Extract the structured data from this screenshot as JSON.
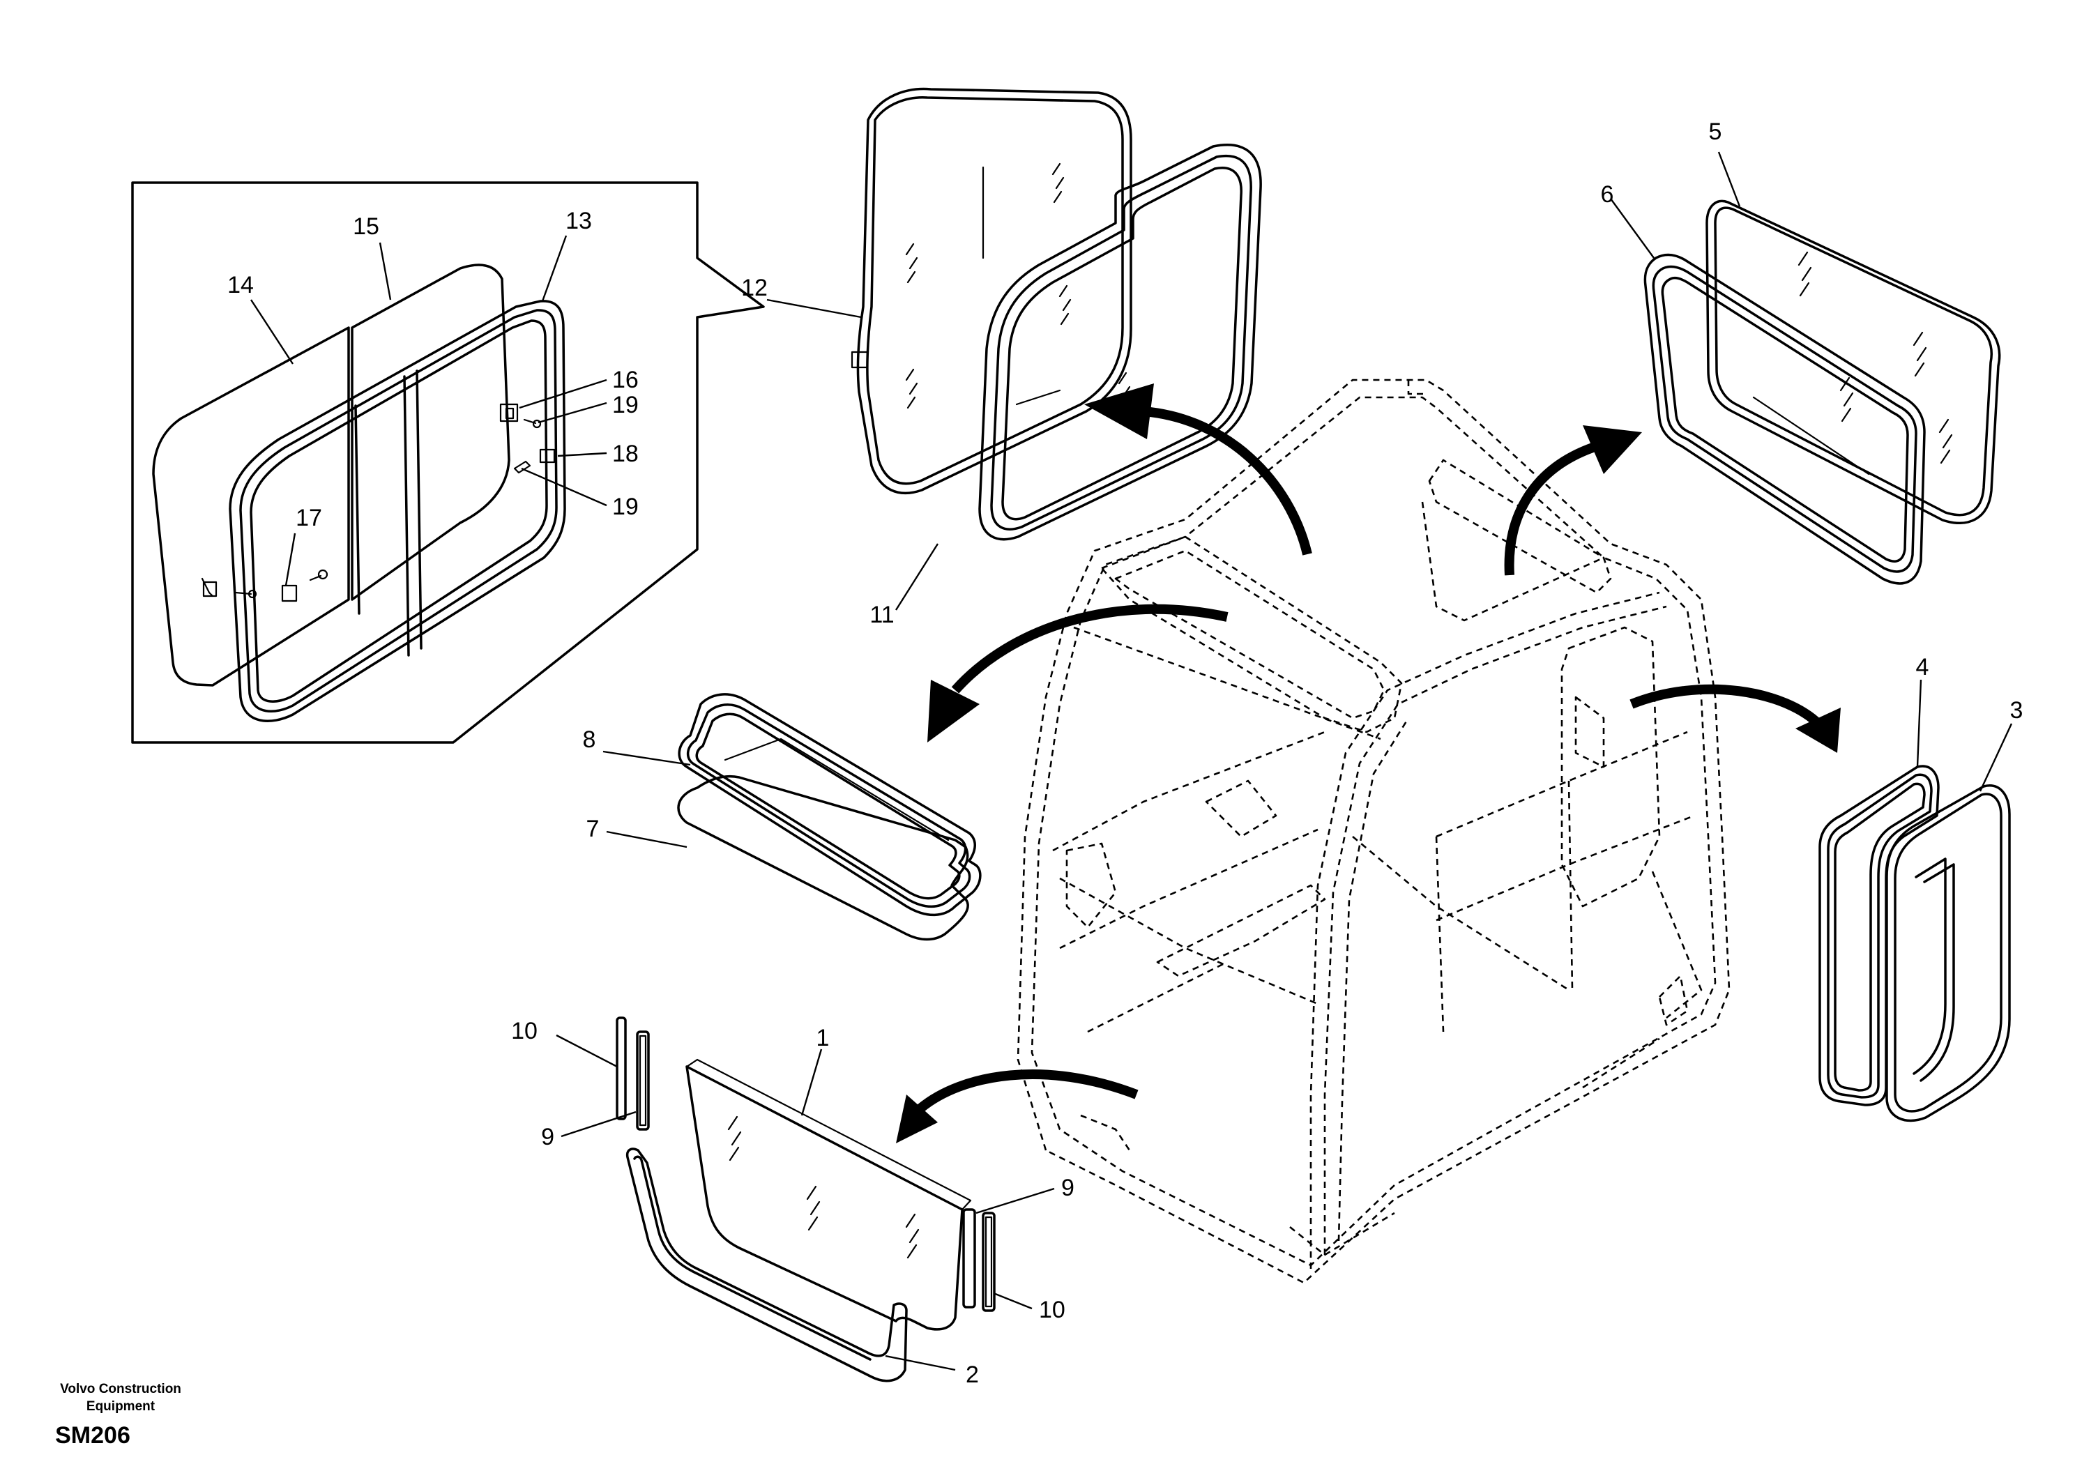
{
  "callouts": [
    {
      "id": "1",
      "text": "1"
    },
    {
      "id": "2",
      "text": "2"
    },
    {
      "id": "3",
      "text": "3"
    },
    {
      "id": "4",
      "text": "4"
    },
    {
      "id": "5",
      "text": "5"
    },
    {
      "id": "6",
      "text": "6"
    },
    {
      "id": "7",
      "text": "7"
    },
    {
      "id": "8",
      "text": "8"
    },
    {
      "id": "9a",
      "text": "9"
    },
    {
      "id": "9b",
      "text": "9"
    },
    {
      "id": "10a",
      "text": "10"
    },
    {
      "id": "10b",
      "text": "10"
    },
    {
      "id": "11",
      "text": "11"
    },
    {
      "id": "12",
      "text": "12"
    },
    {
      "id": "13",
      "text": "13"
    },
    {
      "id": "14",
      "text": "14"
    },
    {
      "id": "15",
      "text": "15"
    },
    {
      "id": "16",
      "text": "16"
    },
    {
      "id": "17",
      "text": "17"
    },
    {
      "id": "18",
      "text": "18"
    },
    {
      "id": "19a",
      "text": "19"
    },
    {
      "id": "19b",
      "text": "19"
    }
  ],
  "footer": {
    "company": "Volvo Construction\nEquipment",
    "code": "SM206"
  }
}
